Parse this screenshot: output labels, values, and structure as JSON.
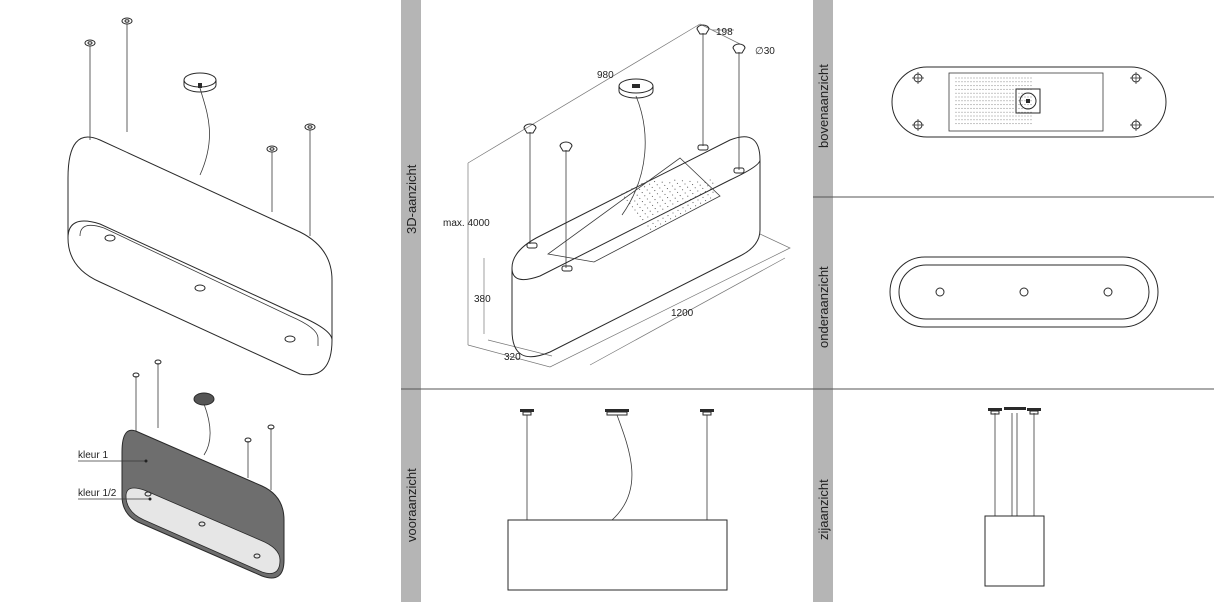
{
  "bands": {
    "left": {
      "top_label": "3D-aanzicht",
      "bottom_label": "vooraanzicht",
      "color": "#b5b5b5"
    },
    "right": {
      "top_label": "bovenaanzicht",
      "middle_label": "onderaanzicht",
      "bottom_label": "zijaanzicht",
      "color": "#b5b5b5"
    }
  },
  "dimensions": {
    "length": "1200",
    "width": "320",
    "height": "380",
    "max_height": "max. 4000",
    "cable_spacing": "980",
    "side_spacing": "198",
    "diameter": "∅30"
  },
  "color_labels": {
    "color_1": "kleur 1",
    "color_1_2": "kleur 1/2"
  },
  "colors": {
    "body_dark": "#6e6e6e",
    "underside_light": "#e6e6e6",
    "line": "#2a2a2a"
  }
}
